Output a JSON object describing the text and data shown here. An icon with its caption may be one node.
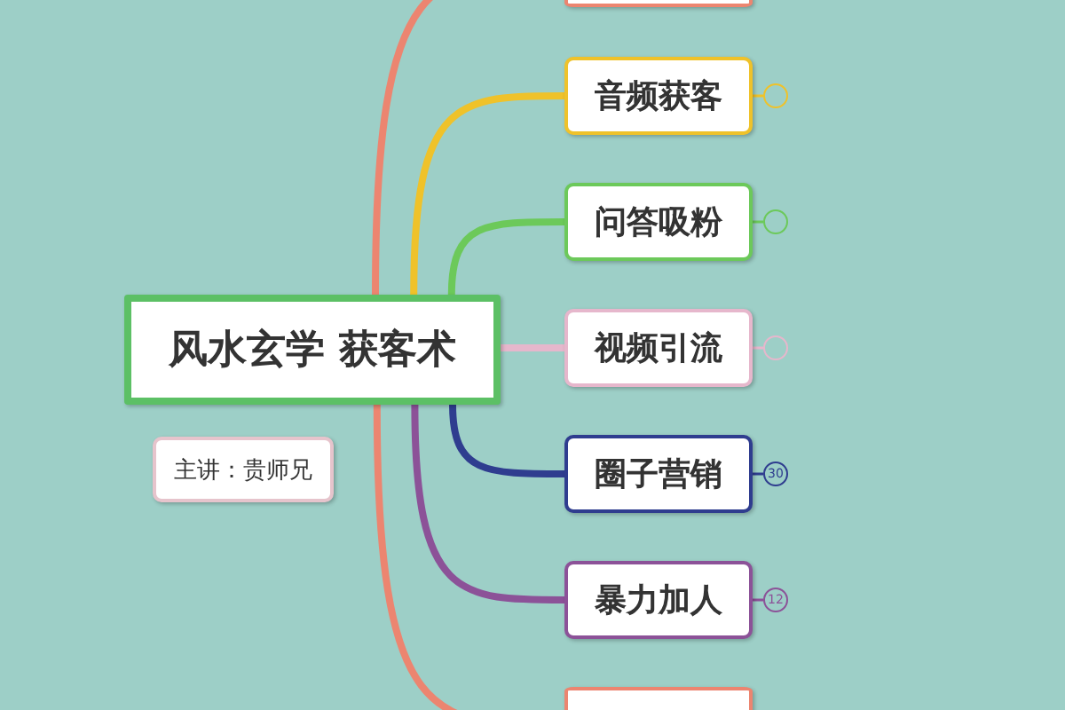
{
  "diagram": {
    "nodes": [
      {
        "text": [
          "风水玄学 获客术"
        ]
      },
      {
        "text": [
          "主讲：贵师兄"
        ]
      },
      {
        "text": [],
        "shape": "box"
      },
      {
        "text": [
          "音频获客"
        ]
      },
      {
        "text": [
          "问答吸粉"
        ]
      },
      {
        "text": [
          "视频引流"
        ]
      },
      {
        "text": [
          "圈子营销"
        ],
        "beside": [
          "30"
        ]
      },
      {
        "text": [
          "暴力加人"
        ],
        "beside": [
          "12"
        ]
      },
      {
        "text": [],
        "shape": "box"
      }
    ],
    "edges": [
      {
        "from": 0,
        "to": 2,
        "arrow": "none",
        "color": "#ec8570"
      },
      {
        "from": 0,
        "to": 3,
        "arrow": "none",
        "color": "#efc22a"
      },
      {
        "from": 0,
        "to": 4,
        "arrow": "none",
        "color": "#6cc95a"
      },
      {
        "from": 0,
        "to": 5,
        "arrow": "none",
        "color": "#e6b7cc"
      },
      {
        "from": 0,
        "to": 6,
        "arrow": "none",
        "color": "#2f3d8f"
      },
      {
        "from": 0,
        "to": 7,
        "arrow": "none",
        "color": "#8c5298"
      },
      {
        "from": 0,
        "to": 8,
        "arrow": "none",
        "color": "#ec8570"
      }
    ]
  }
}
